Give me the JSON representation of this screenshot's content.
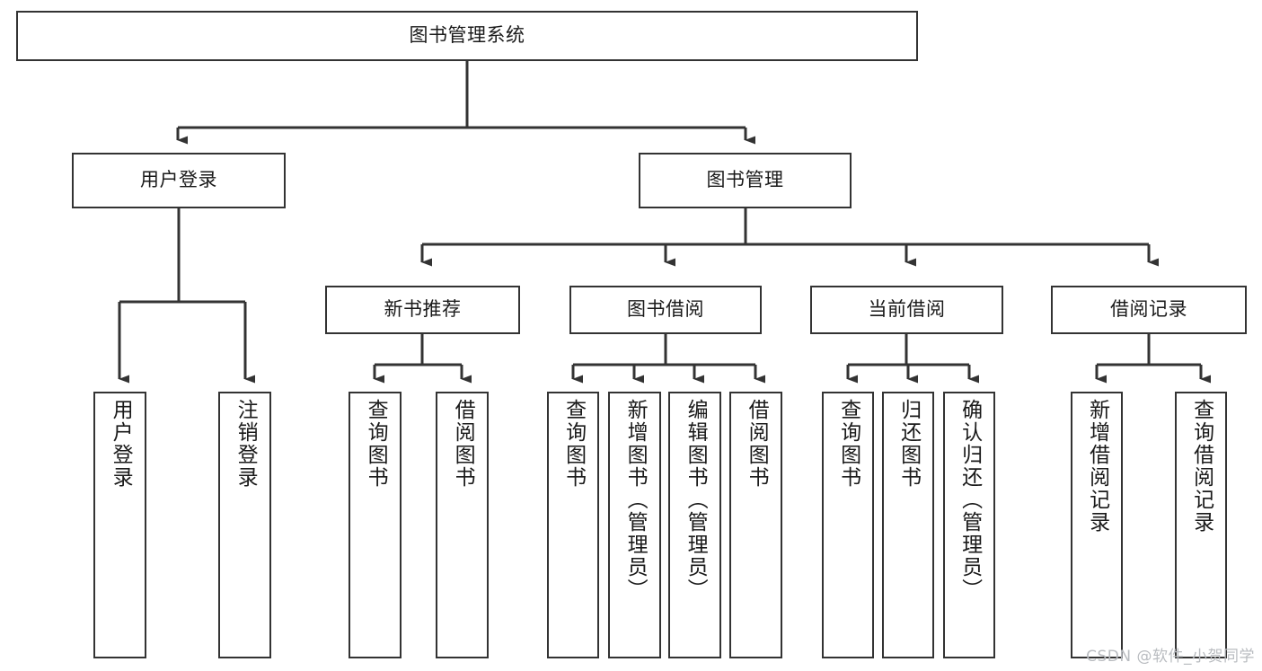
{
  "diagram": {
    "type": "tree",
    "title": "图书管理系统",
    "orientation": "top-down",
    "colors": {
      "box_border": "#333333",
      "box_fill": "#ffffff",
      "connector": "#333333",
      "text": "#1a1a1a",
      "watermark": "#b9bcc0",
      "background": "#ffffff"
    },
    "root": {
      "label": "图书管理系统"
    },
    "level2": [
      {
        "label": "用户登录"
      },
      {
        "label": "图书管理"
      }
    ],
    "level3": [
      {
        "label": "新书推荐"
      },
      {
        "label": "图书借阅"
      },
      {
        "label": "当前借阅"
      },
      {
        "label": "借阅记录"
      }
    ],
    "leaves": {
      "user_login": [
        {
          "label": "用户登录"
        },
        {
          "label": "注销登录"
        }
      ],
      "new_book_recommend": [
        {
          "label": "查询图书"
        },
        {
          "label": "借阅图书"
        }
      ],
      "book_borrow": [
        {
          "label": "查询图书"
        },
        {
          "label": "新增图书（管理员）"
        },
        {
          "label": "编辑图书（管理员）"
        },
        {
          "label": "借阅图书"
        }
      ],
      "current_borrow": [
        {
          "label": "查询图书"
        },
        {
          "label": "归还图书"
        },
        {
          "label": "确认归还（管理员）"
        }
      ],
      "borrow_record": [
        {
          "label": "新增借阅记录"
        },
        {
          "label": "查询借阅记录"
        }
      ]
    }
  },
  "watermark": {
    "text": "CSDN @软件_小贺同学"
  }
}
